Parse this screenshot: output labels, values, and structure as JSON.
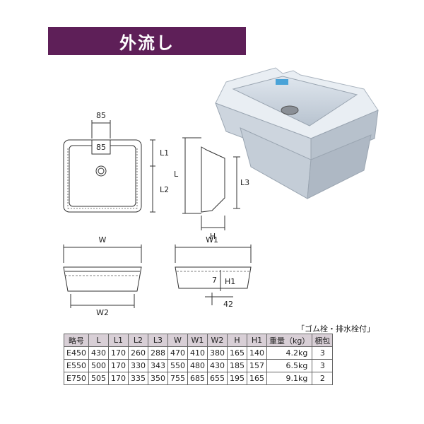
{
  "title": "外流し",
  "note": "「ゴム栓・排水栓付」",
  "dimension_labels": {
    "top_width": "85",
    "drain_mark": "85",
    "l1": "L1",
    "l2": "L2",
    "l": "L",
    "l3": "L3",
    "h": "H",
    "w": "W",
    "w1": "W1",
    "w2": "W2",
    "h1": "H1",
    "seven": "7",
    "forty_two": "42"
  },
  "table": {
    "headers": [
      "略号",
      "L",
      "L1",
      "L2",
      "L3",
      "W",
      "W1",
      "W2",
      "H",
      "H1",
      "重量（kg）",
      "梱包"
    ],
    "rows": [
      [
        "E450",
        "430",
        "170",
        "260",
        "288",
        "470",
        "410",
        "380",
        "165",
        "140",
        "4.2kg",
        "3"
      ],
      [
        "E550",
        "500",
        "170",
        "330",
        "343",
        "550",
        "480",
        "430",
        "185",
        "157",
        "6.5kg",
        "3"
      ],
      [
        "E750",
        "505",
        "170",
        "335",
        "350",
        "755",
        "685",
        "655",
        "195",
        "165",
        "9.1kg",
        "2"
      ]
    ]
  },
  "colors": {
    "banner": "#5e1f58",
    "header_bg": "#d8cfd6"
  }
}
